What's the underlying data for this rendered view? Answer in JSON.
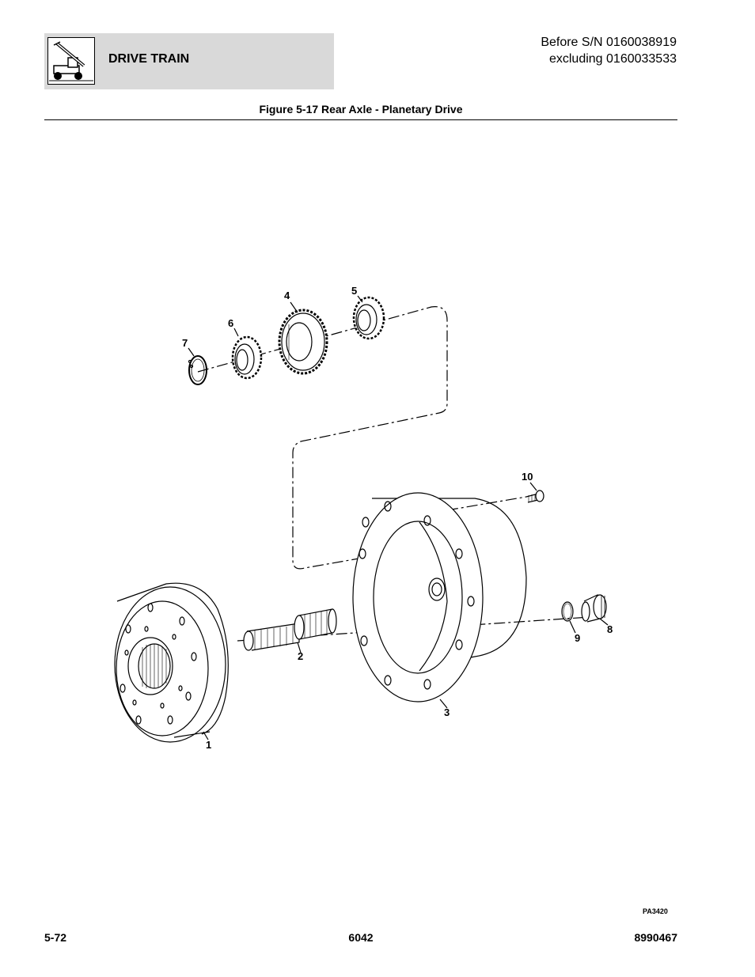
{
  "header": {
    "section": "DRIVE TRAIN",
    "serial_line1": "Before S/N 0160038919",
    "serial_line2": "excluding 0160033533",
    "icon": "telehandler-icon"
  },
  "figure": {
    "title": "Figure 5-17 Rear Axle - Planetary Drive",
    "art_number": "PA3420",
    "callouts": [
      "1",
      "2",
      "3",
      "4",
      "5",
      "6",
      "7",
      "8",
      "9",
      "10"
    ]
  },
  "footer": {
    "page": "5-72",
    "model": "6042",
    "manual_number": "8990467"
  }
}
